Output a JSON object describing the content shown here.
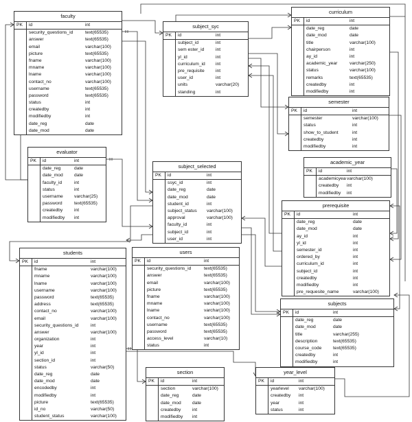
{
  "entities": [
    {
      "id": "faculty",
      "title": "faculty",
      "rows": [
        {
          "key": "PK",
          "name": "id",
          "type": "int"
        },
        {
          "key": "",
          "name": "security_questions_id",
          "type": "text(65535)"
        },
        {
          "key": "",
          "name": "answer",
          "type": "text(65535)"
        },
        {
          "key": "",
          "name": "email",
          "type": "varchar(100)"
        },
        {
          "key": "",
          "name": "picture",
          "type": "text(65535)"
        },
        {
          "key": "",
          "name": "fname",
          "type": "varchar(100)"
        },
        {
          "key": "",
          "name": "mname",
          "type": "varchar(100)"
        },
        {
          "key": "",
          "name": "lname",
          "type": "varchar(100)"
        },
        {
          "key": "",
          "name": "contact_no",
          "type": "varchar(100)"
        },
        {
          "key": "",
          "name": "username",
          "type": "text(65535)"
        },
        {
          "key": "",
          "name": "password",
          "type": "text(65535)"
        },
        {
          "key": "",
          "name": "status",
          "type": "int"
        },
        {
          "key": "",
          "name": "createdby",
          "type": "int"
        },
        {
          "key": "",
          "name": "modifiedby",
          "type": "int"
        },
        {
          "key": "",
          "name": "date_reg",
          "type": "date"
        },
        {
          "key": "",
          "name": "date_mod",
          "type": "date"
        }
      ]
    },
    {
      "id": "subject_syc",
      "title": "subject_syc",
      "rows": [
        {
          "key": "PK",
          "name": "id",
          "type": "int"
        },
        {
          "key": "",
          "name": "subject_id",
          "type": "int"
        },
        {
          "key": "",
          "name": "sem ester_id",
          "type": "int"
        },
        {
          "key": "",
          "name": "yl_id",
          "type": "int"
        },
        {
          "key": "",
          "name": "curriculum_id",
          "type": "int"
        },
        {
          "key": "",
          "name": "pre_requisite",
          "type": "int"
        },
        {
          "key": "",
          "name": "user_id",
          "type": "int"
        },
        {
          "key": "",
          "name": "units",
          "type": "varchar(20)"
        },
        {
          "key": "",
          "name": "standing",
          "type": "int"
        }
      ]
    },
    {
      "id": "curriculum",
      "title": "curriculum",
      "rows": [
        {
          "key": "PK",
          "name": "id",
          "type": "int"
        },
        {
          "key": "",
          "name": "date_reg",
          "type": "date"
        },
        {
          "key": "",
          "name": "date_mod",
          "type": "date"
        },
        {
          "key": "",
          "name": "title",
          "type": "varchar(100)"
        },
        {
          "key": "",
          "name": "chairperson",
          "type": "int"
        },
        {
          "key": "",
          "name": "ay_id",
          "type": "int"
        },
        {
          "key": "",
          "name": "academic_year",
          "type": "varchar(250)"
        },
        {
          "key": "",
          "name": "status",
          "type": "varchar(100)"
        },
        {
          "key": "",
          "name": "remarks",
          "type": "text(65535)"
        },
        {
          "key": "",
          "name": "createdby",
          "type": "int"
        },
        {
          "key": "",
          "name": "modifiedby",
          "type": "int"
        }
      ]
    },
    {
      "id": "semester",
      "title": "semester",
      "rows": [
        {
          "key": "PK",
          "name": "id",
          "type": "int"
        },
        {
          "key": "",
          "name": "semester",
          "type": "varchar(100)"
        },
        {
          "key": "",
          "name": "status",
          "type": "int"
        },
        {
          "key": "",
          "name": "show_to_student",
          "type": "int"
        },
        {
          "key": "",
          "name": "createdby",
          "type": "int"
        },
        {
          "key": "",
          "name": "modifiedby",
          "type": "int"
        }
      ]
    },
    {
      "id": "evaluator",
      "title": "evaluator",
      "rows": [
        {
          "key": "PK",
          "name": "id",
          "type": "int"
        },
        {
          "key": "",
          "name": "date_reg",
          "type": "date"
        },
        {
          "key": "",
          "name": "date_mod",
          "type": "date"
        },
        {
          "key": "",
          "name": "faculty_id",
          "type": "int"
        },
        {
          "key": "",
          "name": "status",
          "type": "int"
        },
        {
          "key": "",
          "name": "username",
          "type": "varchar(25)"
        },
        {
          "key": "",
          "name": "password",
          "type": "text(65535)"
        },
        {
          "key": "",
          "name": "createdby",
          "type": "int"
        },
        {
          "key": "",
          "name": "modifiedby",
          "type": "int"
        }
      ]
    },
    {
      "id": "subject_selected",
      "title": "subject_selected",
      "rows": [
        {
          "key": "PK",
          "name": "id",
          "type": "int"
        },
        {
          "key": "",
          "name": "ssyc_id",
          "type": "int"
        },
        {
          "key": "",
          "name": "date_reg",
          "type": "date"
        },
        {
          "key": "",
          "name": "date_mod",
          "type": "date"
        },
        {
          "key": "",
          "name": "student_id",
          "type": "int"
        },
        {
          "key": "",
          "name": "subject_status",
          "type": "varchar(100)"
        },
        {
          "key": "",
          "name": "approval",
          "type": "varchar(100)"
        },
        {
          "key": "",
          "name": "faculty_id",
          "type": "int"
        },
        {
          "key": "",
          "name": "subject_id",
          "type": "int"
        },
        {
          "key": "",
          "name": "user_id",
          "type": "int"
        }
      ]
    },
    {
      "id": "academic_year",
      "title": "academic_year",
      "rows": [
        {
          "key": "PK",
          "name": "id",
          "type": "int"
        },
        {
          "key": "",
          "name": "academicyear",
          "type": "varchar(100)"
        },
        {
          "key": "",
          "name": "createdby",
          "type": "int"
        },
        {
          "key": "",
          "name": "modifiedby",
          "type": "int"
        }
      ]
    },
    {
      "id": "prerequisite",
      "title": "prerequisite",
      "rows": [
        {
          "key": "PK",
          "name": "id",
          "type": "int"
        },
        {
          "key": "",
          "name": "date_reg",
          "type": "date"
        },
        {
          "key": "",
          "name": "date_mod",
          "type": "date"
        },
        {
          "key": "",
          "name": "ay_id",
          "type": "int"
        },
        {
          "key": "",
          "name": "yl_id",
          "type": "int"
        },
        {
          "key": "",
          "name": "semester_id",
          "type": "int"
        },
        {
          "key": "",
          "name": "ordered_by",
          "type": "int"
        },
        {
          "key": "",
          "name": "curriculum_id",
          "type": "int"
        },
        {
          "key": "",
          "name": "subject_id",
          "type": "int"
        },
        {
          "key": "",
          "name": "createdby",
          "type": "int"
        },
        {
          "key": "",
          "name": "modifiedby",
          "type": "int"
        },
        {
          "key": "",
          "name": "pre_requesite_name",
          "type": "varchar(100)"
        }
      ]
    },
    {
      "id": "students",
      "title": "students",
      "rows": [
        {
          "key": "PK",
          "name": "id",
          "type": "int"
        },
        {
          "key": "",
          "name": "fname",
          "type": "varchar(100)"
        },
        {
          "key": "",
          "name": "mname",
          "type": "varchar(100)"
        },
        {
          "key": "",
          "name": "lname",
          "type": "varchar(100)"
        },
        {
          "key": "",
          "name": "username",
          "type": "varchar(100)"
        },
        {
          "key": "",
          "name": "password",
          "type": "text(65535)"
        },
        {
          "key": "",
          "name": "address",
          "type": "text(65535)"
        },
        {
          "key": "",
          "name": "contact_no",
          "type": "varchar(100)"
        },
        {
          "key": "",
          "name": "email",
          "type": "varchar(100)"
        },
        {
          "key": "",
          "name": "security_questions_id",
          "type": "int"
        },
        {
          "key": "",
          "name": "answer",
          "type": "varchar(100)"
        },
        {
          "key": "",
          "name": "organization",
          "type": "int"
        },
        {
          "key": "",
          "name": "year",
          "type": "int"
        },
        {
          "key": "",
          "name": "yl_id",
          "type": "int"
        },
        {
          "key": "",
          "name": "section_id",
          "type": "int"
        },
        {
          "key": "",
          "name": "status",
          "type": "varchar(50)"
        },
        {
          "key": "",
          "name": "date_reg",
          "type": "date"
        },
        {
          "key": "",
          "name": "date_mod",
          "type": "date"
        },
        {
          "key": "",
          "name": "encodedby",
          "type": "int"
        },
        {
          "key": "",
          "name": "modifiedby",
          "type": "int"
        },
        {
          "key": "",
          "name": "picture",
          "type": "text(65535)"
        },
        {
          "key": "",
          "name": "id_no",
          "type": "varchar(50)"
        },
        {
          "key": "",
          "name": "student_status",
          "type": "varchar(100)"
        }
      ]
    },
    {
      "id": "users",
      "title": "users",
      "rows": [
        {
          "key": "PK",
          "name": "id",
          "type": "int"
        },
        {
          "key": "",
          "name": "security_questions_id",
          "type": "text(65535)"
        },
        {
          "key": "",
          "name": "answer",
          "type": "text(65535)"
        },
        {
          "key": "",
          "name": "email",
          "type": "varchar(100)"
        },
        {
          "key": "",
          "name": "picture",
          "type": "text(65535)"
        },
        {
          "key": "",
          "name": "fname",
          "type": "varchar(100)"
        },
        {
          "key": "",
          "name": "mname",
          "type": "varchar(100)"
        },
        {
          "key": "",
          "name": "lname",
          "type": "varchar(100)"
        },
        {
          "key": "",
          "name": "contact_no",
          "type": "varchar(100)"
        },
        {
          "key": "",
          "name": "username",
          "type": "text(65535)"
        },
        {
          "key": "",
          "name": "password",
          "type": "text(65535)"
        },
        {
          "key": "",
          "name": "access_level",
          "type": "varchar(10)"
        },
        {
          "key": "",
          "name": "status",
          "type": "int"
        }
      ]
    },
    {
      "id": "subjects",
      "title": "subjects",
      "rows": [
        {
          "key": "PK",
          "name": "id",
          "type": "int"
        },
        {
          "key": "",
          "name": "date_reg",
          "type": "date"
        },
        {
          "key": "",
          "name": "date_mod",
          "type": "date"
        },
        {
          "key": "",
          "name": "title",
          "type": "varchar(255)"
        },
        {
          "key": "",
          "name": "description",
          "type": "text(65535)"
        },
        {
          "key": "",
          "name": "course_code",
          "type": "text(65535)"
        },
        {
          "key": "",
          "name": "createdby",
          "type": "int"
        },
        {
          "key": "",
          "name": "modifiedby",
          "type": "int"
        }
      ]
    },
    {
      "id": "section",
      "title": "section",
      "rows": [
        {
          "key": "PK",
          "name": "id",
          "type": "int"
        },
        {
          "key": "",
          "name": "section",
          "type": "varchar(100)"
        },
        {
          "key": "",
          "name": "date_reg",
          "type": "date"
        },
        {
          "key": "",
          "name": "date_mod",
          "type": "date"
        },
        {
          "key": "",
          "name": "createdby",
          "type": "int"
        },
        {
          "key": "",
          "name": "modifiedby",
          "type": "int"
        }
      ]
    },
    {
      "id": "year_level",
      "title": "year_level",
      "rows": [
        {
          "key": "PK",
          "name": "id",
          "type": "int"
        },
        {
          "key": "",
          "name": "yearlevel",
          "type": "varchar(100)"
        },
        {
          "key": "",
          "name": "createdby",
          "type": "int"
        },
        {
          "key": "",
          "name": "year",
          "type": "int"
        },
        {
          "key": "",
          "name": "status",
          "type": "int"
        }
      ]
    }
  ]
}
